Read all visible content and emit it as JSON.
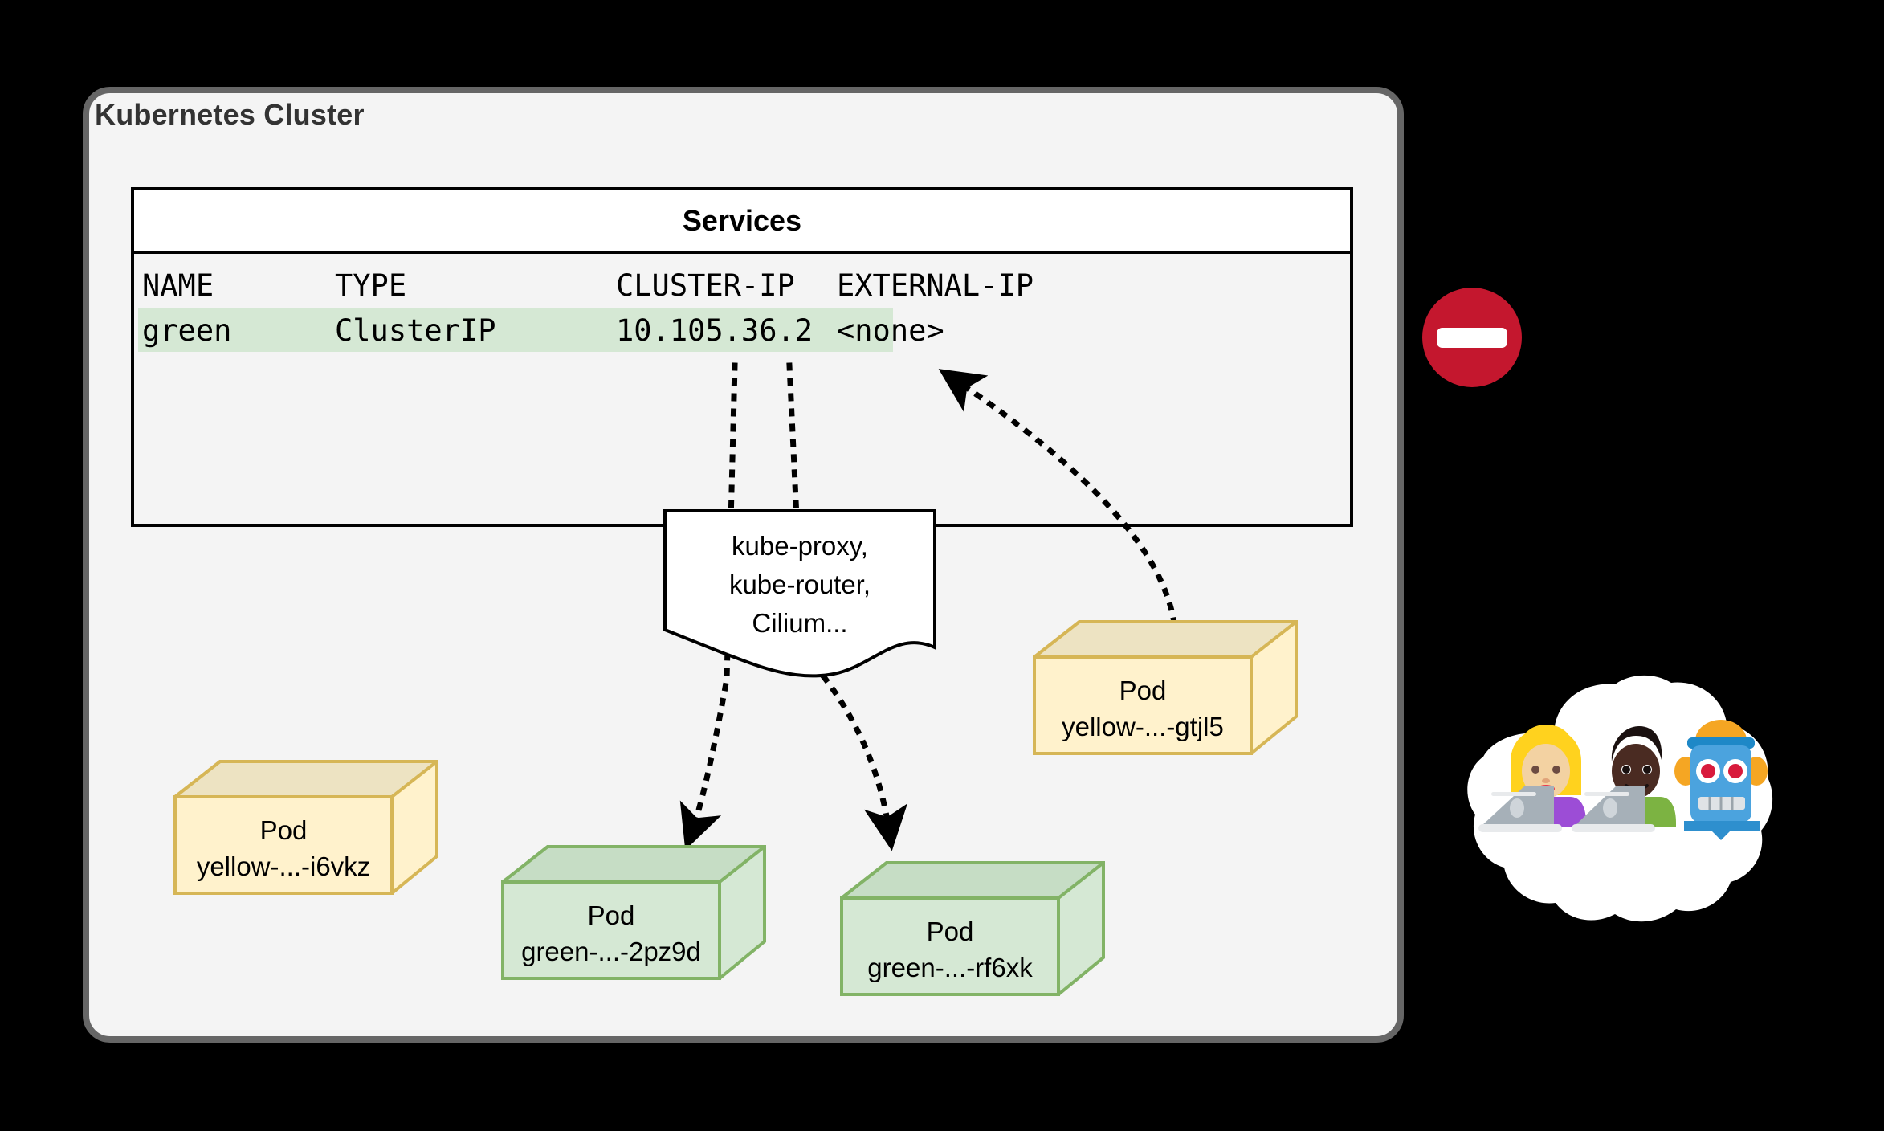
{
  "cluster": {
    "title": "Kubernetes Cluster"
  },
  "services": {
    "panel_title": "Services",
    "columns": [
      "NAME",
      "TYPE",
      "CLUSTER-IP",
      "EXTERNAL-IP"
    ],
    "rows": [
      {
        "name": "green",
        "type": "ClusterIP",
        "cluster_ip": "10.105.36.2",
        "external_ip": "<none>",
        "highlight_color": "#D5E8D4"
      }
    ]
  },
  "callout": {
    "line1": "kube-proxy,",
    "line2": "kube-router,",
    "line3": "Cilium..."
  },
  "pods": [
    {
      "id": "yellow-i6vkz",
      "title": "Pod",
      "name": "yellow-...-i6vkz",
      "color": "#FFF2CC",
      "border": "#D6B656"
    },
    {
      "id": "green-2pz9d",
      "title": "Pod",
      "name": "green-...-2pz9d",
      "color": "#D5E8D4",
      "border": "#82B366"
    },
    {
      "id": "green-rf6xk",
      "title": "Pod",
      "name": "green-...-rf6xk",
      "color": "#D5E8D4",
      "border": "#82B366"
    },
    {
      "id": "yellow-gtjl5",
      "title": "Pod",
      "name": "yellow-...-gtjl5",
      "color": "#FFF2CC",
      "border": "#D6B656"
    }
  ],
  "icons": {
    "no_entry": "no-entry-sign-icon",
    "cloud": "cloud-users-icon"
  },
  "colors": {
    "background": "#000000",
    "cluster_fill": "#F4F4F4",
    "cluster_border": "#666666",
    "no_entry_red": "#C4172E",
    "green_fill": "#D5E8D4",
    "green_stroke": "#82B366",
    "yellow_fill": "#FFF2CC",
    "yellow_stroke": "#D6B656"
  }
}
